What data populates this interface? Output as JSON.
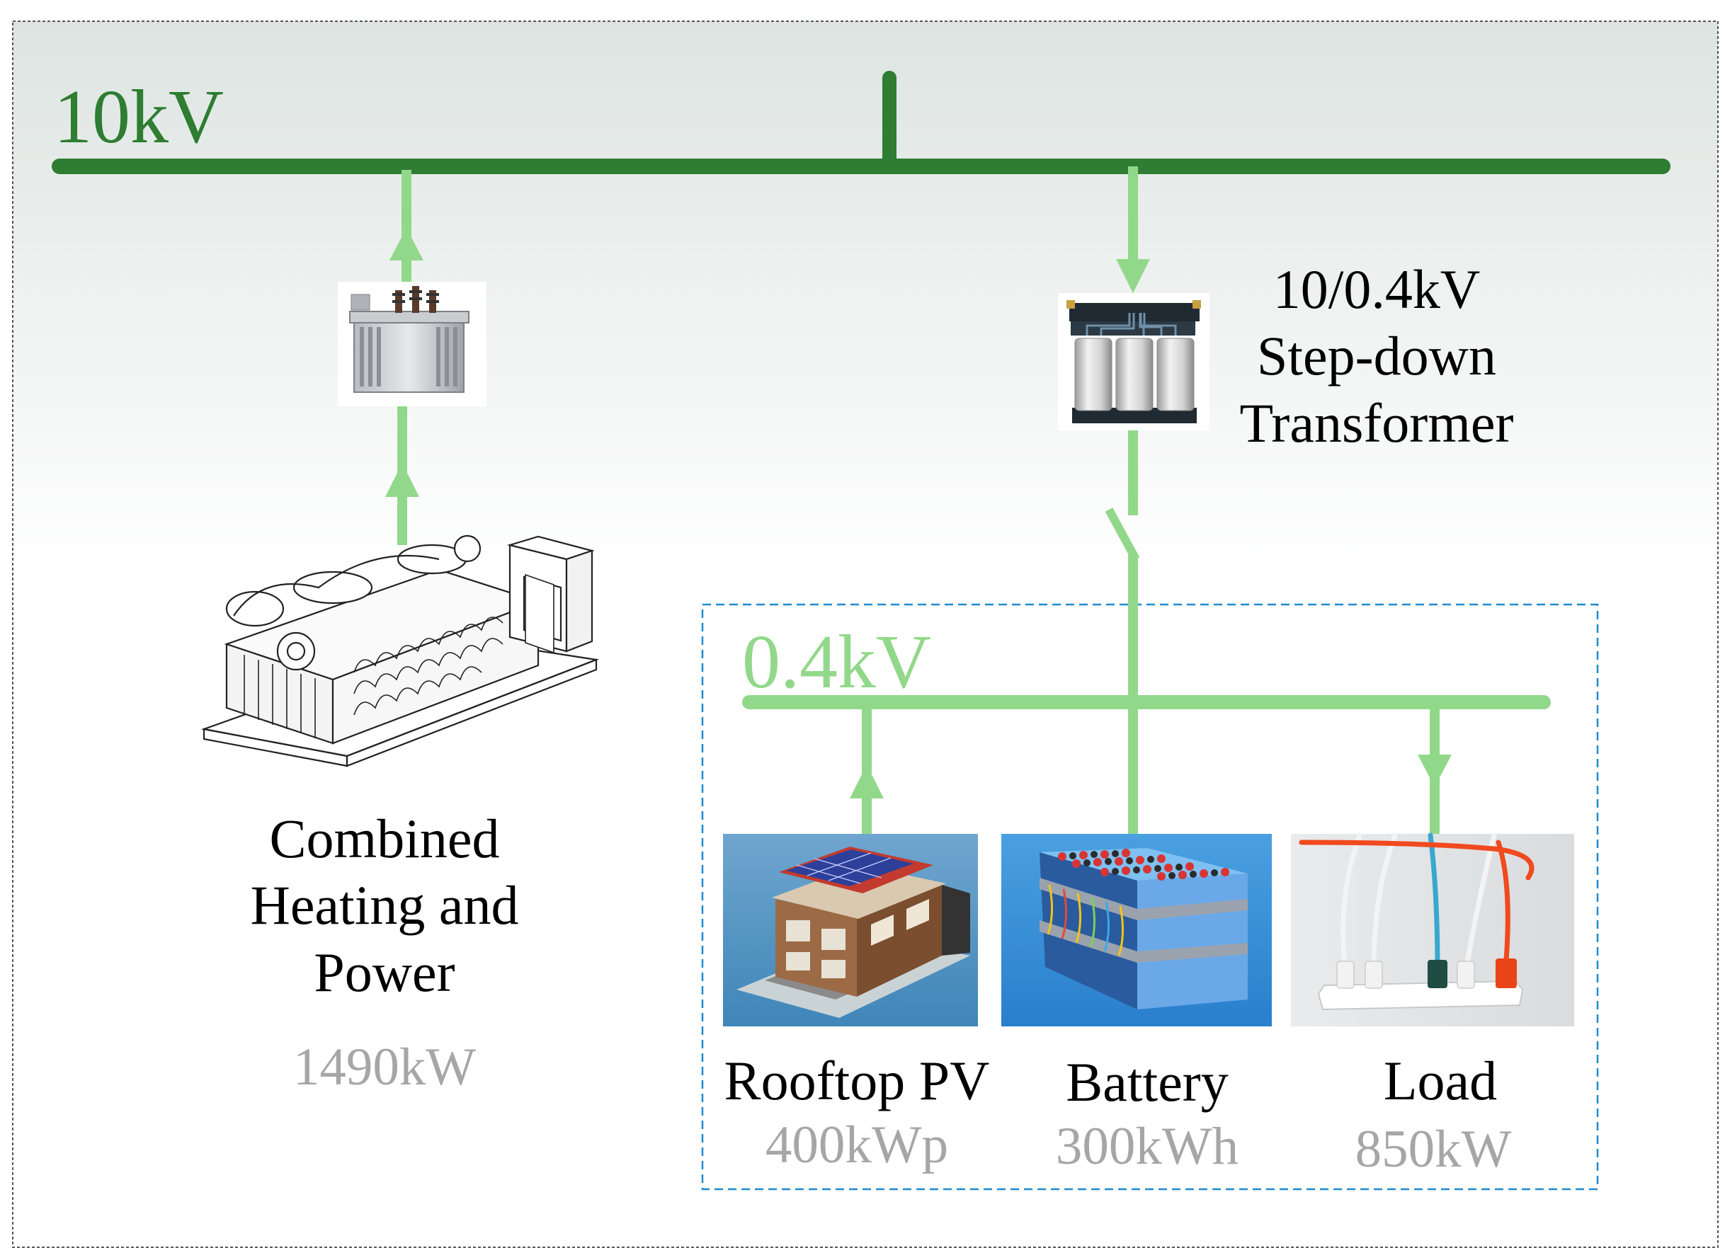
{
  "colors": {
    "hv_bus": "#2e7d32",
    "lv_line": "#92d88a",
    "rating_text": "#a6a6a6",
    "label_text": "#000000",
    "lv_frame": "#1f8ad0",
    "background_top": "#dfe6e3"
  },
  "buses": {
    "hv": {
      "label": "10kV"
    },
    "lv": {
      "label": "0.4kV"
    }
  },
  "chp": {
    "label_lines": [
      "Combined",
      "Heating and",
      "Power"
    ],
    "rating": "1490kW",
    "transformer_icon": "transformer-icon",
    "generator_icon": "generator-icon"
  },
  "stepdown": {
    "label_lines": [
      "10/0.4kV",
      "Step-down",
      "Transformer"
    ],
    "icon": "transformer-icon",
    "switch_icon": "switch-icon"
  },
  "components": [
    {
      "id": "pv",
      "label": "Rooftop PV",
      "rating": "400kWp",
      "icon": "solar-house-icon",
      "flow": "up"
    },
    {
      "id": "battery",
      "label": "Battery",
      "rating": "300kWh",
      "icon": "battery-icon",
      "flow": "bidirectional"
    },
    {
      "id": "load",
      "label": "Load",
      "rating": "850kW",
      "icon": "power-strip-icon",
      "flow": "down"
    }
  ]
}
